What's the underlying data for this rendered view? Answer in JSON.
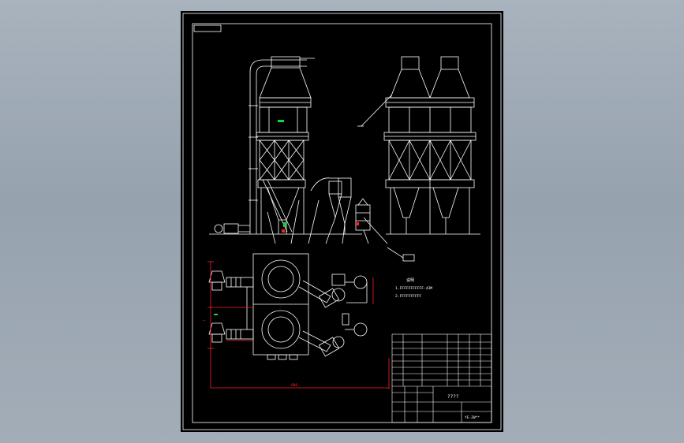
{
  "drawing": {
    "tag_top_left": "",
    "notes_heading": "说明",
    "notes": [
      "1.FFFFFFFFFFF-43M",
      "2.FFFFFFFFFF"
    ],
    "title_block_label": "????",
    "drawing_number": "YE-ZW**",
    "dimension_height": "?",
    "dimension_width": "880",
    "colors": {
      "background": "#000000",
      "lines": "#ffffff",
      "dimension": "#ff2020",
      "accent": "#1fd43a",
      "page_bg": "#a0abb6"
    }
  }
}
